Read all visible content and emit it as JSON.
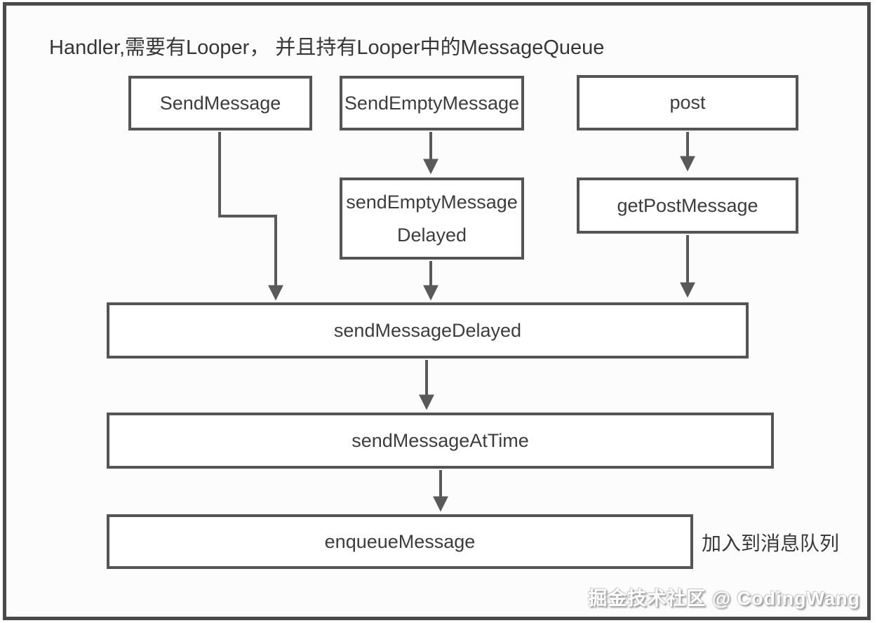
{
  "title": "Handler,需要有Looper， 并且持有Looper中的MessageQueue",
  "nodes": {
    "send_message": "SendMessage",
    "send_empty_message": "SendEmptyMessage",
    "post": "post",
    "send_empty_message_delayed_line1": "sendEmptyMessage",
    "send_empty_message_delayed_line2": "Delayed",
    "get_post_message": "getPostMessage",
    "send_message_delayed": "sendMessageDelayed",
    "send_message_at_time": "sendMessageAtTime",
    "enqueue_message": "enqueueMessage"
  },
  "annotations": {
    "enqueue_note": "加入到消息队列",
    "watermark": "掘金技术社区 @ CodingWang"
  },
  "colors": {
    "box_border": "#545454",
    "arrow": "#595959",
    "text": "#3d3d3d",
    "frame_border": "#4a4a4a",
    "background": "#fcfcfc"
  }
}
